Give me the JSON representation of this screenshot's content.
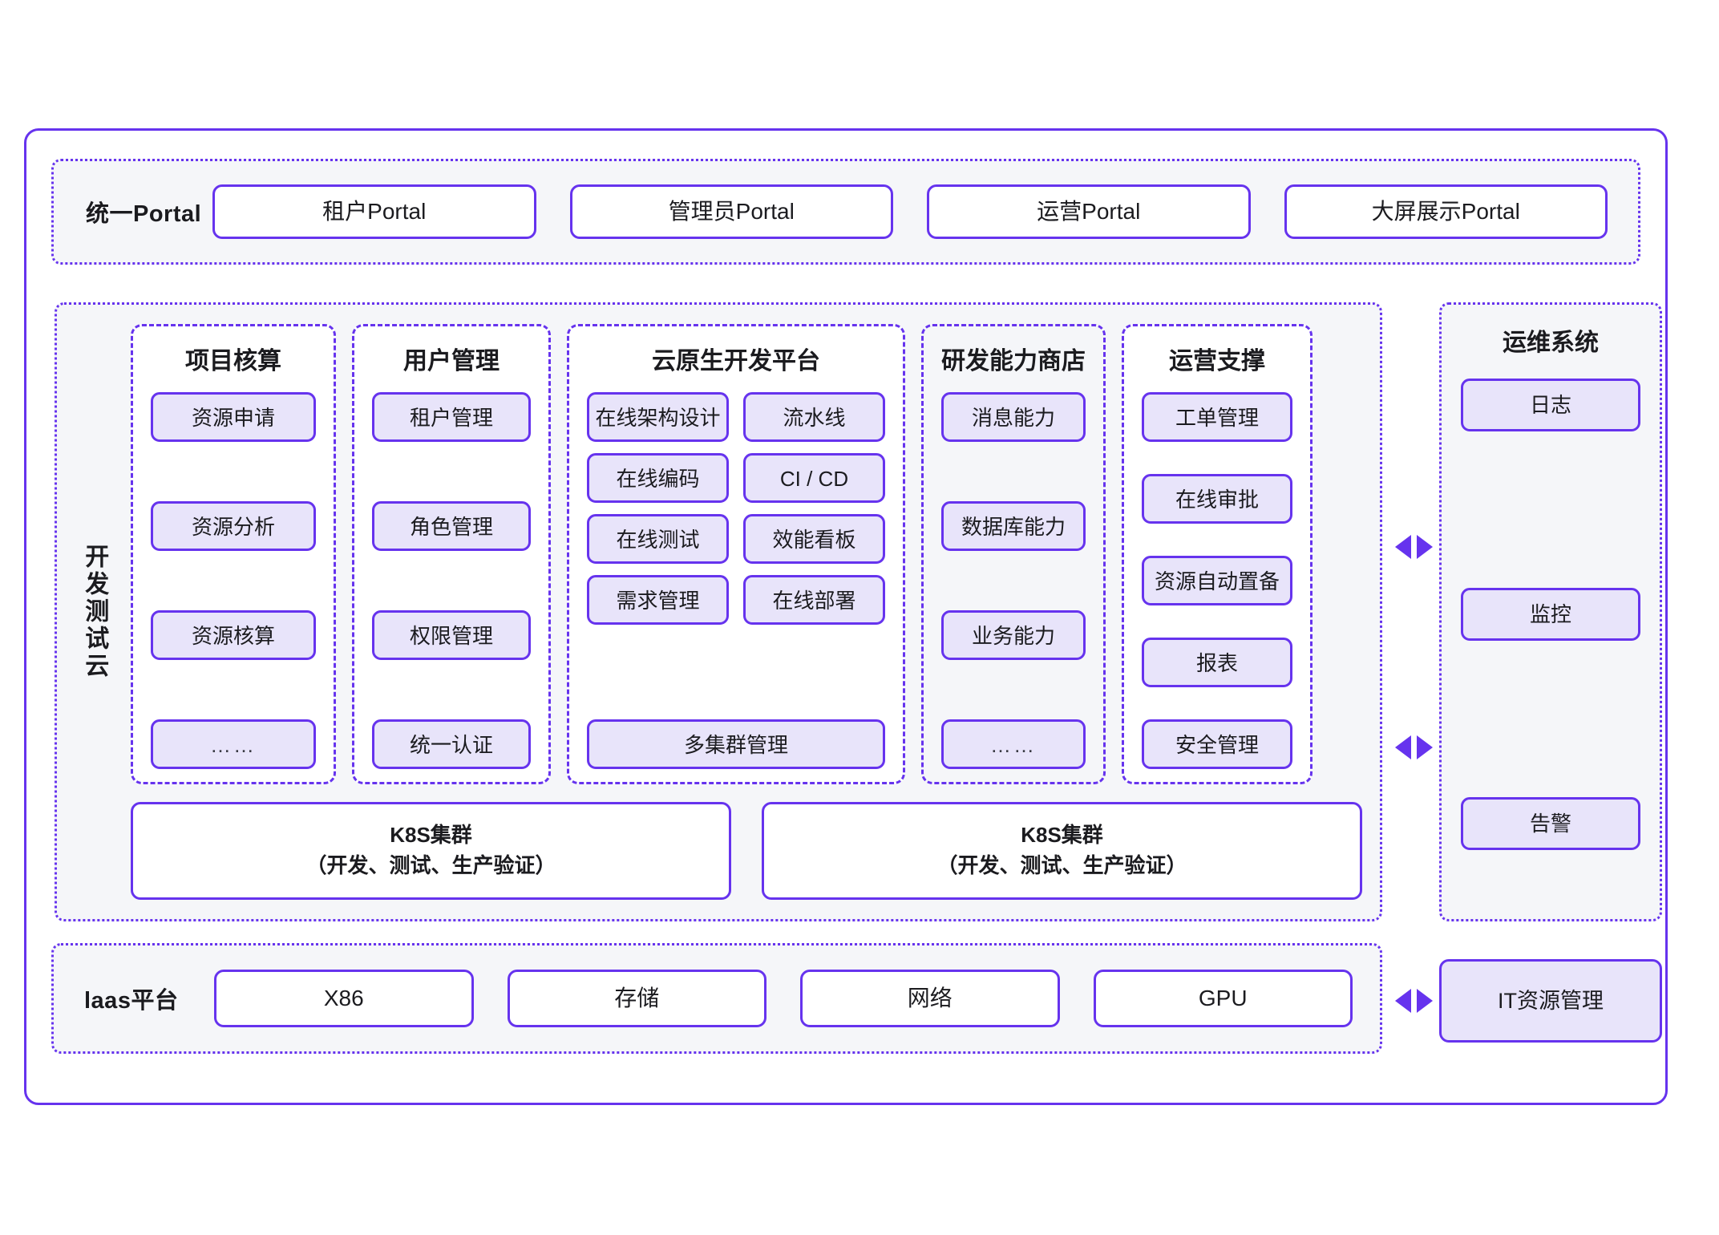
{
  "diagram": {
    "portal": {
      "label": "统一Portal",
      "items": [
        "租户Portal",
        "管理员Portal",
        "运营Portal",
        "大屏展示Portal"
      ]
    },
    "devtest": {
      "side_label": "开发测试云",
      "columns": [
        {
          "title": "项目核算",
          "items": [
            "资源申请",
            "资源分析",
            "资源核算",
            "……"
          ]
        },
        {
          "title": "用户管理",
          "items": [
            "租户管理",
            "角色管理",
            "权限管理",
            "统一认证"
          ]
        },
        {
          "title": "云原生开发平台",
          "pairs": [
            [
              "在线架构设计",
              "流水线"
            ],
            [
              "在线编码",
              "CI / CD"
            ],
            [
              "在线测试",
              "效能看板"
            ],
            [
              "需求管理",
              "在线部署"
            ]
          ],
          "full_width_item": "多集群管理"
        },
        {
          "title": "研发能力商店",
          "items": [
            "消息能力",
            "数据库能力",
            "业务能力",
            "……"
          ]
        },
        {
          "title": "运营支撑",
          "items": [
            "工单管理",
            "在线审批",
            "资源自动置备",
            "报表",
            "安全管理"
          ]
        }
      ],
      "clusters": [
        {
          "line1": "K8S集群",
          "line2": "（开发、测试、生产验证）"
        },
        {
          "line1": "K8S集群",
          "line2": "（开发、测试、生产验证）"
        }
      ]
    },
    "ops_system": {
      "title": "运维系统",
      "items": [
        "日志",
        "监控",
        "告警"
      ]
    },
    "iaas": {
      "label": "laas平台",
      "items": [
        "X86",
        "存储",
        "网络",
        "GPU"
      ],
      "it_resource": "IT资源管理"
    },
    "colors": {
      "purple": "#6633ee",
      "pill_bg": "#e8e4fa",
      "panel_bg": "#f5f6f9",
      "white": "#ffffff"
    }
  }
}
